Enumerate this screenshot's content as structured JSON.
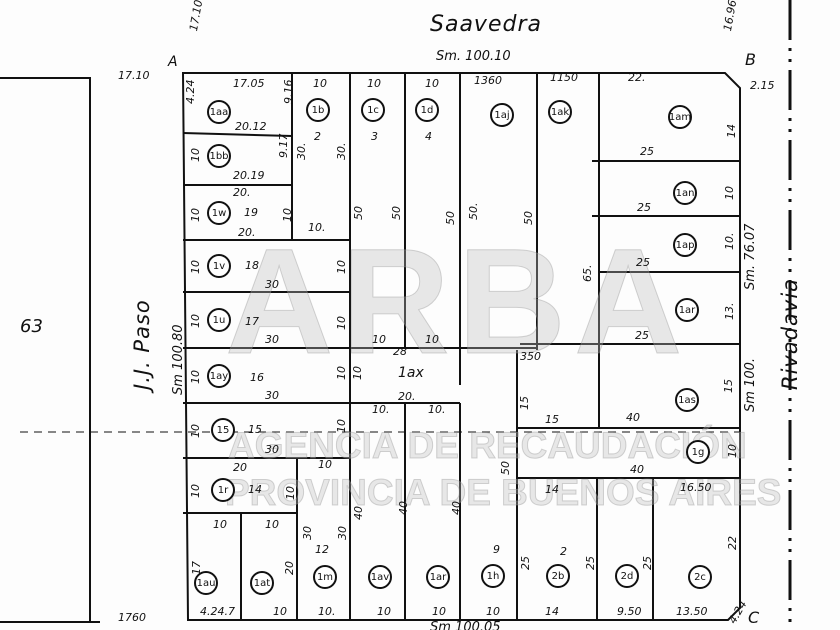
{
  "streets": {
    "north": "Saavedra",
    "north_measure": "Sm. 100.10",
    "west": "J.J. Paso",
    "west_measure": "Sm 100.80",
    "east": "Rivadavia",
    "east_measure_upper": "Sm. 76.07",
    "east_measure_lower": "Sm 100.",
    "south_measure": "Sm 100.05"
  },
  "adjacent_block": "63",
  "corners": {
    "a": "A",
    "b": "B",
    "c": "C"
  },
  "lots": [
    "1aa",
    "1bb",
    "1w",
    "1v",
    "1u",
    "1ay",
    "15",
    "1r",
    "1b",
    "1c",
    "1d",
    "1aj",
    "1ak",
    "1am",
    "1an",
    "1ap",
    "1ar",
    "1as",
    "1g",
    "1au",
    "1at",
    "1m",
    "1av",
    "1ar",
    "1h",
    "2b",
    "2d",
    "2c",
    "1ax"
  ],
  "dimensions": [
    "17.10",
    "17.10",
    "17.05",
    "20.12",
    "9.16",
    "20.19",
    "9.17",
    "20.",
    "19",
    "20.",
    "10",
    "30.",
    "2",
    "30.",
    "3",
    "4",
    "10",
    "10",
    "10",
    "1360",
    "1150",
    "22.",
    "10.",
    "50",
    "50",
    "50",
    "50.",
    "50",
    "25",
    "14",
    "25",
    "10",
    "25",
    "10.",
    "25",
    "13.",
    "15",
    "40",
    "10",
    "40",
    "16.50",
    "22",
    "65.",
    "18",
    "30",
    "10",
    "17",
    "30",
    "10",
    "10",
    "10",
    "350",
    "16",
    "30",
    "10",
    "10",
    "28",
    "20.",
    "10.",
    "10.",
    "15",
    "15",
    "15",
    "30",
    "10",
    "20",
    "14",
    "10",
    "10",
    "10",
    "10",
    "17",
    "20",
    "30",
    "12",
    "30",
    "40",
    "40",
    "40",
    "50",
    "14",
    "9",
    "2",
    "25",
    "25",
    "25",
    "1760",
    "4.24.7",
    "10",
    "10.",
    "10",
    "10",
    "10",
    "14",
    "9.50",
    "13.50",
    "2.15",
    "16.96",
    "10",
    "10",
    "10",
    "10",
    "10",
    "10",
    "10",
    "4.24",
    "4.24"
  ],
  "watermark": {
    "logo": "ARBA",
    "line1": "AGENCIA DE RECAUDACIÓN",
    "line2": "PROVINCIA DE BUENOS AIRES"
  }
}
